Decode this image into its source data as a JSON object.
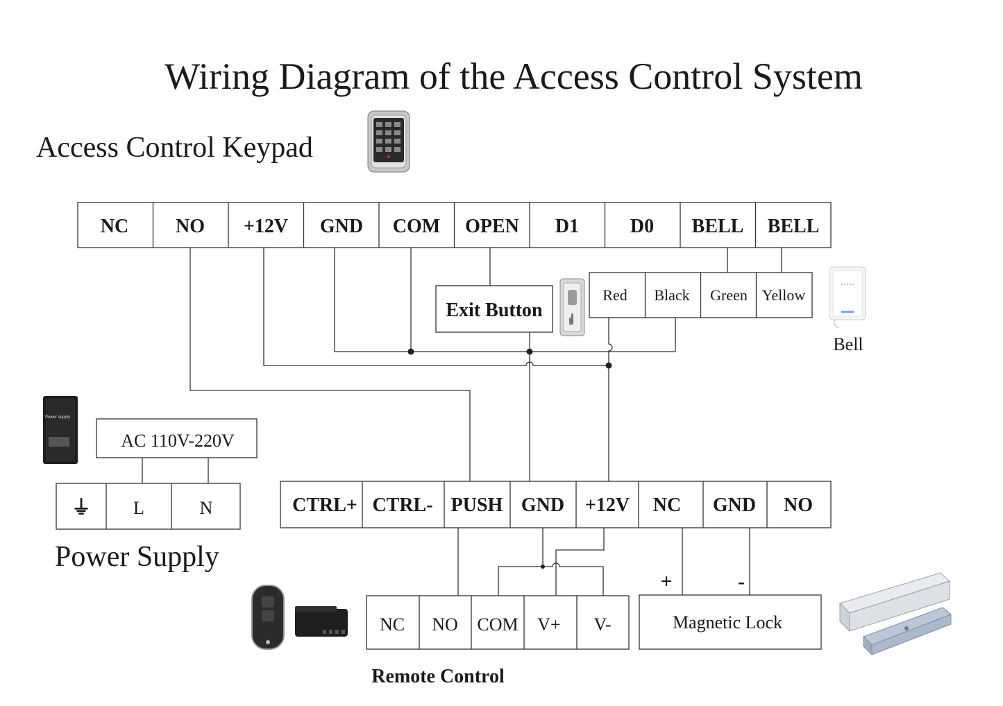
{
  "title": "Wiring Diagram of the Access Control System",
  "keypad": {
    "label": "Access Control Keypad",
    "terminals": [
      "NC",
      "NO",
      "+12V",
      "GND",
      "COM",
      "OPEN",
      "D1",
      "D0",
      "BELL",
      "BELL"
    ]
  },
  "exit_button": {
    "label": "Exit Button"
  },
  "bell": {
    "label": "Bell",
    "wires": [
      "Red",
      "Black",
      "Green",
      "Yellow"
    ]
  },
  "power_supply": {
    "label": "Power Supply",
    "input": "AC 110V-220V",
    "terminals": [
      "⏚",
      "L",
      "N"
    ],
    "device_text": "Power supply"
  },
  "controller": {
    "terminals": [
      "CTRL+",
      "CTRL-",
      "PUSH",
      "GND",
      "+12V",
      "NC",
      "GND",
      "NO"
    ]
  },
  "remote_control": {
    "label": "Remote Control",
    "terminals": [
      "NC",
      "NO",
      "COM",
      "V+",
      "V-"
    ]
  },
  "magnetic_lock": {
    "label": "Magnetic Lock",
    "plus": "+",
    "minus": "-"
  },
  "colors": {
    "line": "#333333",
    "text": "#1a1a1a",
    "background": "#ffffff"
  },
  "icons": [
    "keypad-device-icon",
    "exit-button-device-icon",
    "bell-device-icon",
    "power-supply-device-icon",
    "remote-fob-icon",
    "receiver-module-icon",
    "magnetic-lock-device-icon"
  ]
}
